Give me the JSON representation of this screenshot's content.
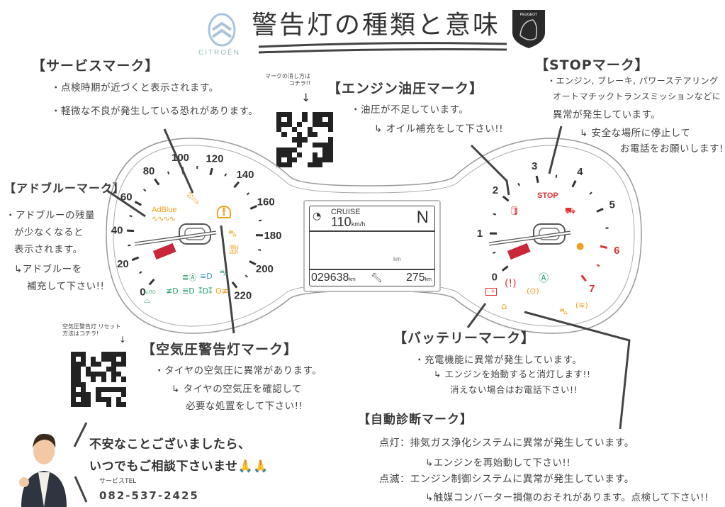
{
  "header": {
    "title": "警告灯の種類と意味",
    "citroen_logo_text": "CITROËN",
    "peugeot_logo_text": "PEUGEOT"
  },
  "service_mark": {
    "heading": "【サービスマーク】",
    "lines": [
      "・点検時期が近づくと表示されます。",
      "・軽微な不良が発生している恐れがあります。"
    ]
  },
  "qr_service": {
    "note": "マークの消し方は コチラ!!",
    "arrow": "↓"
  },
  "engine_oil_mark": {
    "heading": "【エンジン油圧マーク】",
    "lines": [
      "・油圧が不足しています。",
      "↳ オイル補充をして下さい!!"
    ]
  },
  "stop_mark": {
    "heading": "【STOPマーク】",
    "lines": [
      "・エンジン, ブレーキ, パワーステアリング",
      "オートマチックトランスミッションなどに",
      "異常が発生しています。",
      "↳ 安全な場所に停止して",
      "お電話をお願いします!"
    ]
  },
  "adblue_mark": {
    "heading": "【アドブルーマーク】",
    "lines": [
      "・アドブルーの残量",
      "が少なくなると",
      "表示されます。",
      "↳アドブルーを",
      "補充して下さい!!"
    ]
  },
  "tire_mark": {
    "heading": "【空気圧警告灯マーク】",
    "lines": [
      "・タイヤの空気圧に異常があります。",
      "↳ タイヤの空気圧を確認して",
      "必要な処置をして下さい!!"
    ]
  },
  "qr_tire": {
    "note": "空気圧警告灯 リセット方法はコチラ!",
    "arrow": "↓"
  },
  "battery_mark": {
    "heading": "【バッテリーマーク】",
    "lines": [
      "・充電機能に異常が発生しています。",
      "↳ エンジンを始動すると消灯します!!",
      "消えない場合はお電話下さい!!"
    ]
  },
  "diag_mark": {
    "heading": "【自動診断マーク】",
    "lines": [
      "点灯：排気ガス浄化システムに異常が発生しています。",
      "↳エンジンを再始動して下さい!!",
      "点滅：エンジン制御システムに異常が発生しています。",
      "↳触媒コンバーター損傷のおそれがあります。点検して下さい!!"
    ]
  },
  "contact": {
    "lines": [
      "不安なことございましたら、",
      "いつでもご相談下さいませ🙏🙏"
    ],
    "tel_label": "サービスTEL",
    "tel": "082-537-2425"
  },
  "dashboard": {
    "speedometer": {
      "labels": [
        "0",
        "20",
        "40",
        "60",
        "80",
        "100",
        "120",
        "140",
        "160",
        "180",
        "200",
        "220"
      ],
      "needle_value": 0,
      "adblue_label": "AdBlue",
      "auto_label": "AUTO"
    },
    "tachometer": {
      "labels": [
        "0",
        "1",
        "2",
        "3",
        "4",
        "5",
        "6",
        "7"
      ],
      "redline_from": 6,
      "stop_label": "STOP"
    },
    "display": {
      "cruise_label": "CRUISE",
      "cruise_speed": "110",
      "cruise_unit": "km/h",
      "gear": "N",
      "mid_unit": "km",
      "odometer": "029638",
      "odometer_unit": "km",
      "service_distance": "275",
      "service_unit": "km"
    }
  },
  "colors": {
    "ink": "#333333",
    "warning_orange": "#f0a020",
    "alert_red": "#e03030",
    "indicator_green": "#2aa06a",
    "indicator_blue": "#3a8ee0",
    "citroen_blue": "#a9c3dc"
  }
}
